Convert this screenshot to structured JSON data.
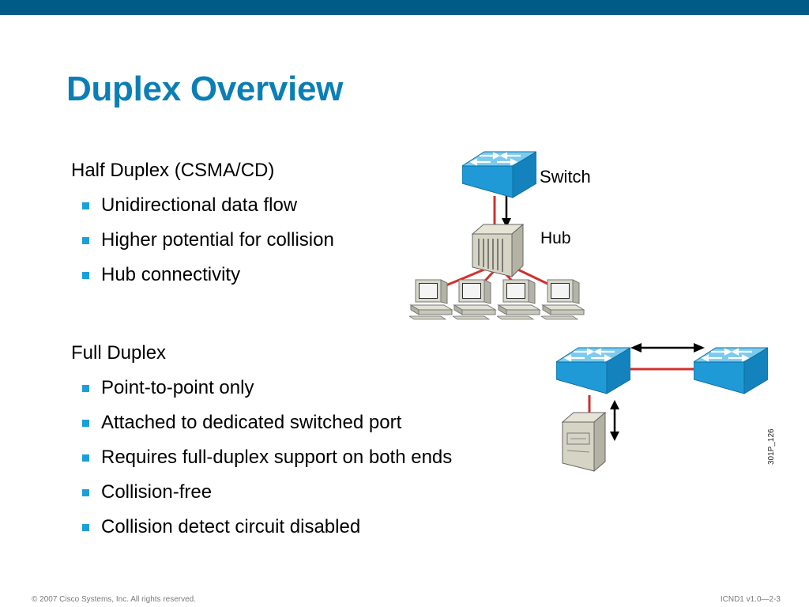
{
  "slide": {
    "title": "Duplex Overview",
    "half_duplex": {
      "heading": "Half Duplex (CSMA/CD)",
      "bullets": [
        "Unidirectional data flow",
        "Higher potential for collision",
        "Hub connectivity"
      ]
    },
    "full_duplex": {
      "heading": "Full Duplex",
      "bullets": [
        "Point-to-point only",
        "Attached to dedicated switched port",
        "Requires full-duplex support on both ends",
        "Collision-free",
        "Collision detect circuit disabled"
      ]
    },
    "diagram": {
      "switch_label": "Switch",
      "hub_label": "Hub",
      "figure_code": "301P_126"
    },
    "footer": {
      "copyright": "© 2007 Cisco Systems, Inc. All rights reserved.",
      "course": "ICND1 v1.0—2-3"
    }
  },
  "colors": {
    "top_bar": "#005c87",
    "title": "#0b7fb5",
    "bullet": "#1aa0d8",
    "switch_blue": "#1f9ad6",
    "link_red": "#d0302f"
  },
  "icons": [
    "switch-icon",
    "hub-icon",
    "workstation-icon",
    "server-icon",
    "bidirectional-arrow-icon",
    "down-arrow-icon"
  ]
}
